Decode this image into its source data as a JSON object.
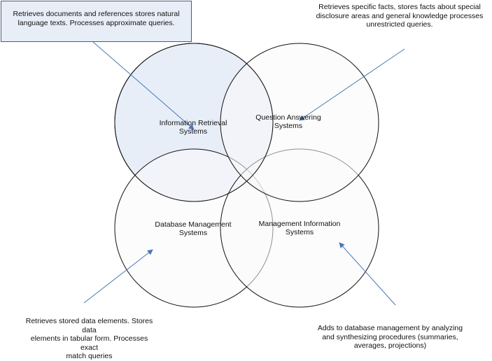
{
  "systems": {
    "ir": {
      "title_line1": "Information Retrieval",
      "title_line2": "Systems",
      "note_line1": "Retrieves documents and references stores natural",
      "note_line2": "language texts. Processes approximate queries."
    },
    "qa": {
      "title_line1": "Question Answering",
      "title_line2": "Systems",
      "note_line1": "Retrieves specific facts, stores facts about special",
      "note_line2": "disclosure areas and general knowledge processes",
      "note_line3": "unrestricted queries."
    },
    "dbm": {
      "title_line1": "Database Management",
      "title_line2": "Systems",
      "note_line1": "Retrieves stored data elements. Stores data",
      "note_line2": "elements in tabular form. Processes exact",
      "note_line3": "match queries"
    },
    "mis": {
      "title_line1": "Management Information",
      "title_line2": "Systems",
      "note_line1": "Adds to database management by analyzing",
      "note_line2": "and synthesizing procedures (summaries,",
      "note_line3": "averages, projections)"
    }
  },
  "colors": {
    "highlight_fill": "#e8eef8",
    "circle_stroke": "#111111",
    "circle_fill": "#fafafa",
    "arrow": "#4a78b8"
  }
}
